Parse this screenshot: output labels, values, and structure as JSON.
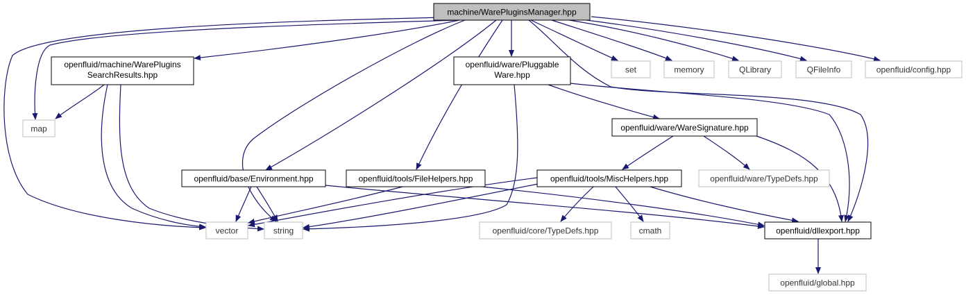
{
  "diagram": {
    "type": "include-dependency-graph",
    "colors": {
      "edge": "#191970",
      "root_fill": "#bfbfbf",
      "node_border": "#000000",
      "external_border": "#bfbfbf",
      "background": "#ffffff"
    },
    "nodes": [
      {
        "id": "root",
        "kind": "root",
        "label": "machine/WarePluginsManager.hpp"
      },
      {
        "id": "searchres",
        "kind": "header",
        "label": "openfluid/machine/WarePlugins",
        "label2": "SearchResults.hpp"
      },
      {
        "id": "pluggable",
        "kind": "header",
        "label": "openfluid/ware/Pluggable",
        "label2": "Ware.hpp"
      },
      {
        "id": "set",
        "kind": "external",
        "label": "set"
      },
      {
        "id": "memory",
        "kind": "external",
        "label": "memory"
      },
      {
        "id": "qlibrary",
        "kind": "external",
        "label": "QLibrary"
      },
      {
        "id": "qfileinfo",
        "kind": "external",
        "label": "QFileInfo"
      },
      {
        "id": "config",
        "kind": "external",
        "label": "openfluid/config.hpp"
      },
      {
        "id": "map",
        "kind": "external",
        "label": "map"
      },
      {
        "id": "waresig",
        "kind": "header",
        "label": "openfluid/ware/WareSignature.hpp"
      },
      {
        "id": "env",
        "kind": "header",
        "label": "openfluid/base/Environment.hpp"
      },
      {
        "id": "filehelpers",
        "kind": "header",
        "label": "openfluid/tools/FileHelpers.hpp"
      },
      {
        "id": "mischelpers",
        "kind": "header",
        "label": "openfluid/tools/MiscHelpers.hpp"
      },
      {
        "id": "waretypedefs",
        "kind": "external",
        "label": "openfluid/ware/TypeDefs.hpp"
      },
      {
        "id": "vector",
        "kind": "external",
        "label": "vector"
      },
      {
        "id": "string",
        "kind": "external",
        "label": "string"
      },
      {
        "id": "coretypedefs",
        "kind": "external",
        "label": "openfluid/core/TypeDefs.hpp"
      },
      {
        "id": "cmath",
        "kind": "external",
        "label": "cmath"
      },
      {
        "id": "dllexport",
        "kind": "header",
        "label": "openfluid/dllexport.hpp"
      },
      {
        "id": "global",
        "kind": "external",
        "label": "openfluid/global.hpp"
      }
    ],
    "edges": [
      {
        "from": "root",
        "to": "searchres"
      },
      {
        "from": "root",
        "to": "map"
      },
      {
        "from": "root",
        "to": "vector"
      },
      {
        "from": "root",
        "to": "string"
      },
      {
        "from": "root",
        "to": "env"
      },
      {
        "from": "root",
        "to": "filehelpers"
      },
      {
        "from": "root",
        "to": "pluggable"
      },
      {
        "from": "root",
        "to": "set"
      },
      {
        "from": "root",
        "to": "memory"
      },
      {
        "from": "root",
        "to": "qlibrary"
      },
      {
        "from": "root",
        "to": "qfileinfo"
      },
      {
        "from": "root",
        "to": "config"
      },
      {
        "from": "root",
        "to": "dllexport"
      },
      {
        "from": "searchres",
        "to": "map"
      },
      {
        "from": "searchres",
        "to": "vector"
      },
      {
        "from": "searchres",
        "to": "string"
      },
      {
        "from": "pluggable",
        "to": "waresig"
      },
      {
        "from": "pluggable",
        "to": "string"
      },
      {
        "from": "pluggable",
        "to": "dllexport"
      },
      {
        "from": "waresig",
        "to": "mischelpers"
      },
      {
        "from": "waresig",
        "to": "waretypedefs"
      },
      {
        "from": "waresig",
        "to": "dllexport"
      },
      {
        "from": "env",
        "to": "vector"
      },
      {
        "from": "env",
        "to": "string"
      },
      {
        "from": "env",
        "to": "dllexport"
      },
      {
        "from": "filehelpers",
        "to": "vector"
      },
      {
        "from": "filehelpers",
        "to": "dllexport"
      },
      {
        "from": "mischelpers",
        "to": "vector"
      },
      {
        "from": "mischelpers",
        "to": "string"
      },
      {
        "from": "mischelpers",
        "to": "coretypedefs"
      },
      {
        "from": "mischelpers",
        "to": "cmath"
      },
      {
        "from": "mischelpers",
        "to": "dllexport"
      },
      {
        "from": "dllexport",
        "to": "global"
      }
    ]
  }
}
